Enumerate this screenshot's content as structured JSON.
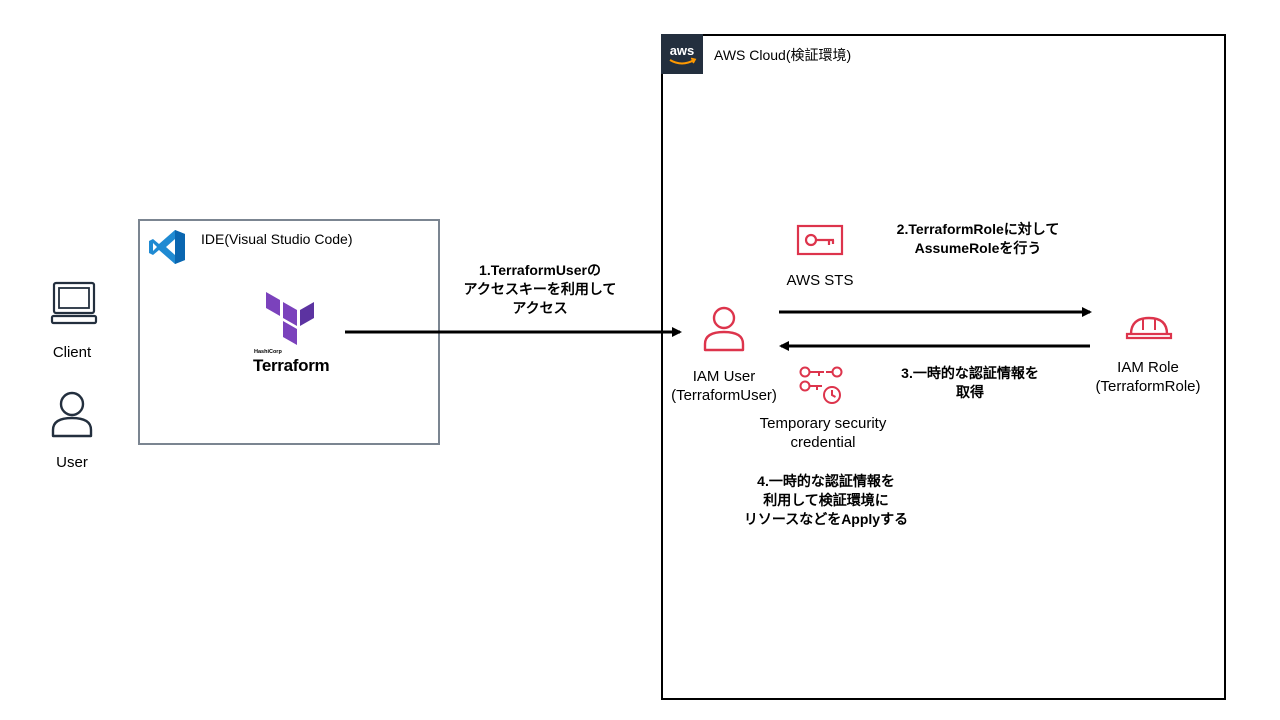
{
  "aws_cloud": {
    "title": "AWS Cloud(検証環境)",
    "logo_text": "aws"
  },
  "ide": {
    "title": "IDE(Visual Studio Code)"
  },
  "terraform": {
    "brand": "Terraform",
    "vendor": "HashiCorp"
  },
  "client": {
    "label": "Client"
  },
  "user": {
    "label": "User"
  },
  "sts": {
    "label": "AWS STS"
  },
  "iam_user": {
    "label_line1": "IAM User",
    "label_line2": "(TerraformUser)"
  },
  "iam_role": {
    "label_line1": "IAM Role",
    "label_line2": "(TerraformRole)"
  },
  "temp_credential": {
    "label_line1": "Temporary security",
    "label_line2": "credential"
  },
  "steps": {
    "step1": {
      "line1": "1.TerraformUserの",
      "line2": "アクセスキーを利用して",
      "line3": "アクセス"
    },
    "step2": {
      "line1": "2.TerraformRoleに対して",
      "line2": "AssumeRoleを行う"
    },
    "step3": {
      "line1": "3.一時的な認証情報を",
      "line2": "取得"
    },
    "step4": {
      "line1": "4.一時的な認証情報を",
      "line2": "利用して検証環境に",
      "line3": "リソースなどをApplyする"
    }
  },
  "colors": {
    "aws_red": "#dd344c",
    "terraform_purple": "#7b42bc",
    "vscode_blue": "#1f8ad2",
    "aws_dark": "#232f3e",
    "gray_border": "#7b8591",
    "icon_dark": "#232f3e"
  }
}
